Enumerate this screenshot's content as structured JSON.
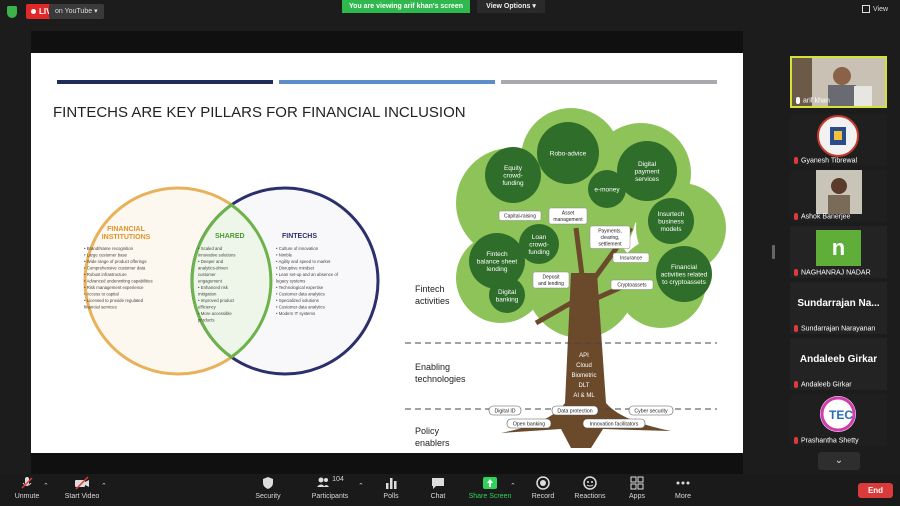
{
  "topbar": {
    "live_label": "LIVE",
    "youtube_label": "on YouTube",
    "viewing_banner": "You are viewing arif khan's screen",
    "view_options": "View Options",
    "view_button": "View"
  },
  "slide": {
    "title": "FINTECHS  ARE KEY PILLARS FOR FINANCIAL INCLUSION",
    "header_bar_colors": [
      "#1f2d5a",
      "#5b8ec7",
      "#a7a9ac"
    ],
    "venn": {
      "left_title_1": "FINANCIAL",
      "left_title_2": "INSTITUTIONS",
      "left_items": [
        "Brand/Name recognition",
        "Large customer base",
        "Wide range of product offerings",
        "Comprehensive customer data",
        "Robust infrastructure",
        "Advanced underwriting capabilities",
        "Risk management experience",
        "Access to capital",
        "Licensed to provide regulated",
        "financial services"
      ],
      "shared_title": "SHARED",
      "shared_items": [
        "Scaled and",
        "innovative solutions",
        "Deeper and",
        "analytics-driven",
        "customer",
        "engagement",
        "Enhanced risk",
        "mitigation",
        "Improved product",
        "efficiency",
        "More accessible",
        "products"
      ],
      "right_title": "FINTECHS",
      "right_items": [
        "Culture of innovation",
        "Nimble",
        "Agility and speed to market",
        "Disruptive mindset",
        "Lean set-up and an absence of",
        "legacy systems",
        "Technological expertise",
        "Customer data analytics",
        "Specialized solutions",
        "Customer data analytics",
        "Modern IT systems"
      ]
    },
    "tree": {
      "section_fintech": [
        "Fintech",
        "activities"
      ],
      "section_enabling": [
        "Enabling",
        "technologies"
      ],
      "section_policy": [
        "Policy",
        "enablers"
      ],
      "circles": [
        [
          "Equity",
          "crowd-",
          "funding"
        ],
        [
          "Robo-advice"
        ],
        [
          "Digital",
          "payment",
          "services"
        ],
        [
          "e-money"
        ],
        [
          "Insurtech",
          "business",
          "models"
        ],
        [
          "Fintech",
          "balance sheet",
          "lending"
        ],
        [
          "Loan",
          "crowd-",
          "funding"
        ],
        [
          "Financial",
          "activities related",
          "to cryptoassets"
        ],
        [
          "Digital",
          "banking"
        ]
      ],
      "tags": [
        "Capital-raising",
        "Asset",
        "management",
        "Payments,",
        "clearing,",
        "settlement",
        "Insurance",
        "Deposit",
        "and lending",
        "Cryptoassets"
      ],
      "trunk_text": [
        "API",
        "Cloud",
        "Biometric",
        "DLT",
        "AI & ML"
      ],
      "roots": [
        "Digital ID",
        "Data protection",
        "Cyber security",
        "Open banking",
        "Innovation facilitators"
      ]
    }
  },
  "participants": [
    {
      "name": "arif khan",
      "active": true
    },
    {
      "name": "Gyanesh Tibrewal",
      "active": false
    },
    {
      "name": "Ashok Banerjee",
      "active": false
    },
    {
      "name": "NAGHANRAJ NADAR",
      "active": false,
      "initial": "n"
    },
    {
      "name": "Sundarrajan Narayanan",
      "big": "Sundarrajan Na...",
      "active": false
    },
    {
      "name": "Andaleeb Girkar",
      "big": "Andaleeb Girkar",
      "active": false
    },
    {
      "name": "Prashantha Shetty",
      "active": false,
      "logo_text": "TEC"
    }
  ],
  "toolbar": {
    "unmute": "Unmute",
    "start_video": "Start Video",
    "security": "Security",
    "participants": "Participants",
    "participants_count": "104",
    "polls": "Polls",
    "chat": "Chat",
    "share_screen": "Share Screen",
    "record": "Record",
    "reactions": "Reactions",
    "apps": "Apps",
    "more": "More",
    "end": "End"
  },
  "colors": {
    "live": "#e02828",
    "share_green": "#2fb84e",
    "end_red": "#d93a3a",
    "active_border": "#d4e23a",
    "venn_left": "#e8b15a",
    "venn_shared": "#6bb34a",
    "venn_right": "#2b2f6b",
    "tree_green": "#6b9a3a",
    "trunk": "#6b4a2b"
  }
}
